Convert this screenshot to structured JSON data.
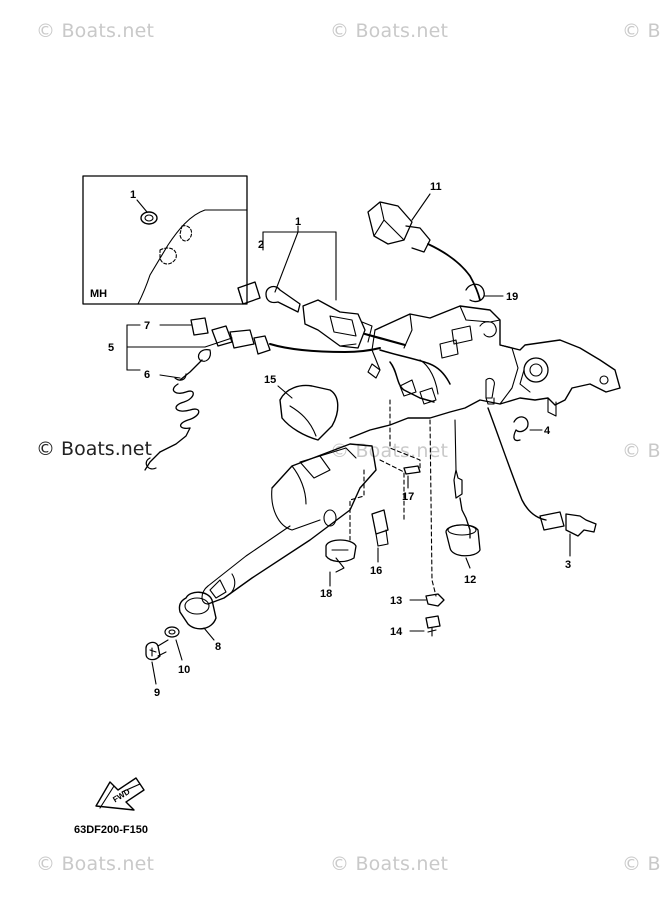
{
  "watermarks": {
    "top_left": "© Boats.net",
    "top_center": "© Boats.net",
    "top_right": "© B",
    "mid_left": "© Boats.net",
    "mid_center": "© Boats.net",
    "mid_right": "© B",
    "bottom_left": "© Boats.net",
    "bottom_center": "© Boats.net",
    "bottom_right": "© B"
  },
  "inset": {
    "label": "MH",
    "callout": "1"
  },
  "callouts": {
    "c1": "1",
    "c2": "2",
    "c3": "3",
    "c4": "4",
    "c5": "5",
    "c6": "6",
    "c7": "7",
    "c8": "8",
    "c9": "9",
    "c10": "10",
    "c11": "11",
    "c12": "12",
    "c13": "13",
    "c14": "14",
    "c15": "15",
    "c16": "16",
    "c17": "17",
    "c18": "18",
    "c19": "19"
  },
  "direction_arrow": "FWD",
  "part_code": "63DF200-F150",
  "colors": {
    "line": "#000000",
    "watermark": "#c9c9c9",
    "background": "#ffffff"
  }
}
